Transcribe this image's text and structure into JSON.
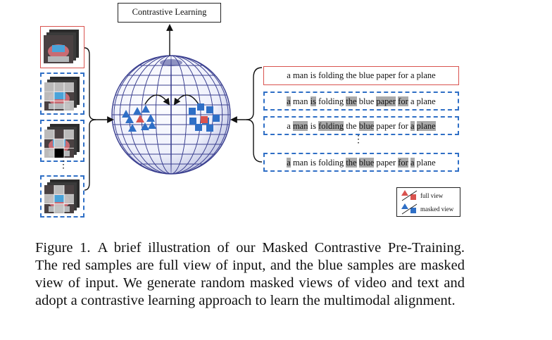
{
  "figure": {
    "contrastive_label": "Contrastive Learning",
    "video_frames": [
      {
        "view": "full"
      },
      {
        "view": "masked"
      },
      {
        "view": "masked"
      },
      {
        "view": "masked"
      }
    ],
    "video_ellipsis": "⋮",
    "text_ellipsis": "⋮",
    "text_views": [
      {
        "view": "full",
        "tokens": [
          {
            "t": "a",
            "m": false
          },
          {
            "t": "man",
            "m": false
          },
          {
            "t": "is",
            "m": false
          },
          {
            "t": "folding",
            "m": false
          },
          {
            "t": "the",
            "m": false
          },
          {
            "t": "blue",
            "m": false
          },
          {
            "t": "paper",
            "m": false
          },
          {
            "t": "for",
            "m": false
          },
          {
            "t": "a",
            "m": false
          },
          {
            "t": "plane",
            "m": false
          }
        ]
      },
      {
        "view": "masked",
        "tokens": [
          {
            "t": "a",
            "m": true
          },
          {
            "t": "man",
            "m": false
          },
          {
            "t": "is",
            "m": true
          },
          {
            "t": "folding",
            "m": false
          },
          {
            "t": "the",
            "m": true
          },
          {
            "t": "blue",
            "m": false
          },
          {
            "t": "paper",
            "m": true
          },
          {
            "t": "for",
            "m": true
          },
          {
            "t": "a",
            "m": false
          },
          {
            "t": "plane",
            "m": false
          }
        ]
      },
      {
        "view": "masked",
        "tokens": [
          {
            "t": "a",
            "m": false
          },
          {
            "t": "man",
            "m": true
          },
          {
            "t": "is",
            "m": false
          },
          {
            "t": "folding",
            "m": true
          },
          {
            "t": "the",
            "m": false
          },
          {
            "t": "blue",
            "m": true
          },
          {
            "t": "paper",
            "m": false
          },
          {
            "t": "for",
            "m": false
          },
          {
            "t": "a",
            "m": true
          },
          {
            "t": "plane",
            "m": true
          }
        ]
      },
      {
        "view": "masked",
        "tokens": [
          {
            "t": "a",
            "m": true
          },
          {
            "t": "man",
            "m": false
          },
          {
            "t": "is",
            "m": false
          },
          {
            "t": "folding",
            "m": false
          },
          {
            "t": "the",
            "m": true
          },
          {
            "t": "blue",
            "m": true
          },
          {
            "t": "paper",
            "m": false
          },
          {
            "t": "for",
            "m": true
          },
          {
            "t": "a",
            "m": true
          },
          {
            "t": "plane",
            "m": false
          }
        ]
      }
    ],
    "legend": {
      "full_label": "full view",
      "masked_label": "masked view"
    },
    "colors": {
      "full": "#d9534f",
      "masked": "#2f6fc6",
      "sphere_grid": "#3a3f8f",
      "mask_token": "#a9a9a9"
    }
  },
  "caption": {
    "label": "Figure 1.",
    "text": "A brief illustration of our Masked Contrastive Pre-Training. The red samples are full view of input, and the blue samples are masked view of input. We generate random masked views of video and text and adopt a contrastive learning approach to learn the multimodal alignment."
  }
}
